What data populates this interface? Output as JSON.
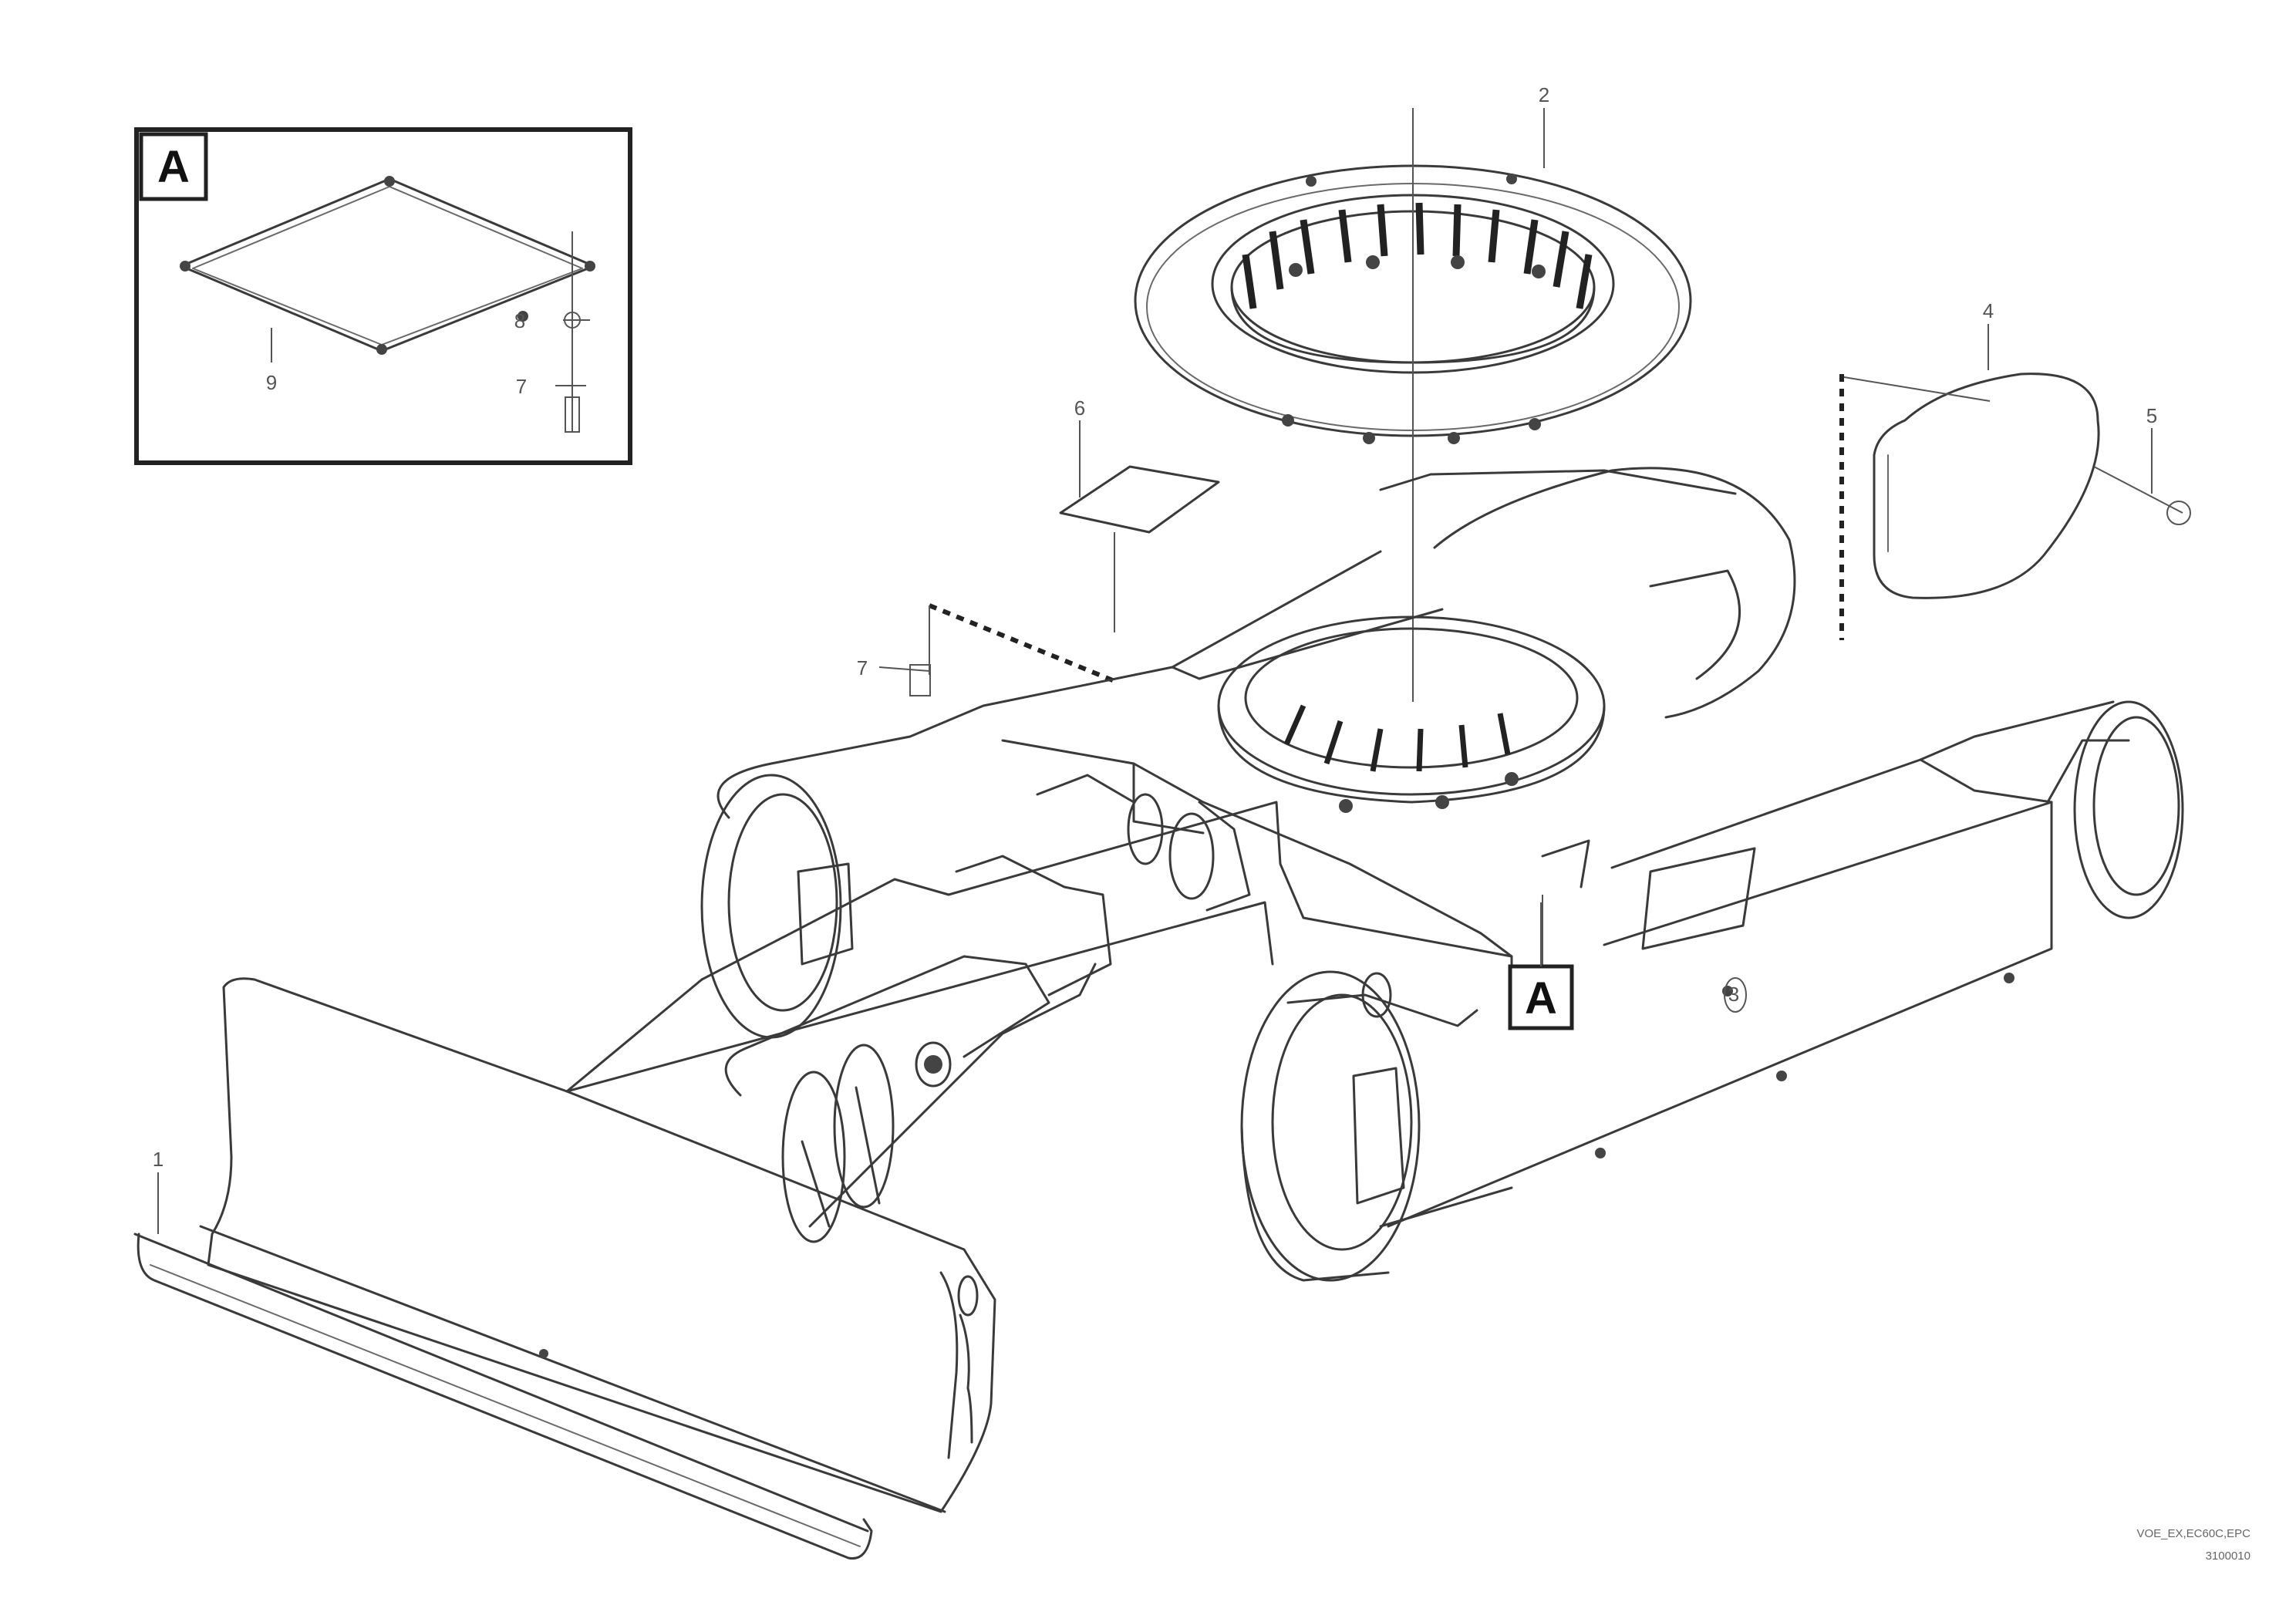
{
  "detail_ref": {
    "letter": "A"
  },
  "callouts": {
    "c1": "1",
    "c2": "2",
    "c3": "3",
    "c4": "4",
    "c5": "5",
    "c6": "6",
    "c7": "7",
    "c8": "8",
    "c9": "9"
  },
  "footer": {
    "line1": "VOE_EX,EC60C,EPC",
    "line2": "3100010"
  },
  "colors": {
    "line": "#3a3a3a",
    "frame": "#222222"
  }
}
